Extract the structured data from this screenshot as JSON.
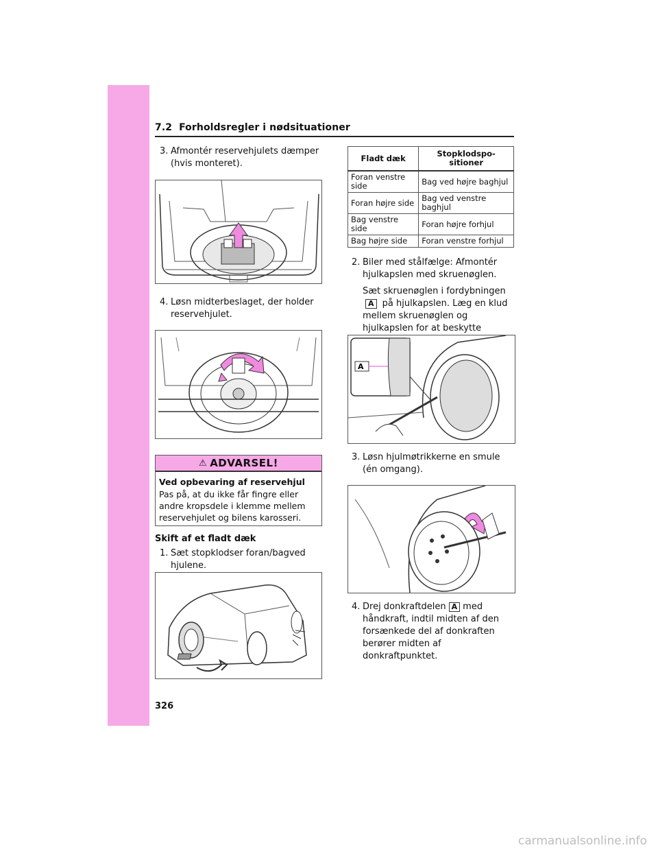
{
  "section": {
    "number": "7.2",
    "title": "Forholdsregler i nødsituationer"
  },
  "left_steps": [
    {
      "num": "3.",
      "text": "Afmontér reservehjulets dæmper (hvis monteret)."
    },
    {
      "num": "4.",
      "text": "Løsn midterbeslaget, der holder reservehjulet."
    }
  ],
  "warning": {
    "header": "ADVARSEL!",
    "title": "Ved opbevaring af reservehjul",
    "body": "Pas på, at du ikke får fingre eller andre kropsdele i klemme mellem reservehjulet og bilens karosseri."
  },
  "subhead": "Skift af et fladt dæk",
  "step1": {
    "num": "1.",
    "text": "Sæt stopklodser foran/bagved hjulene."
  },
  "table": {
    "headers": [
      "Fladt dæk",
      "Stopklodspo-sitioner"
    ],
    "rows": [
      [
        "Foran venstre side",
        "Bag ved højre baghjul"
      ],
      [
        "Foran højre side",
        "Bag ved venstre baghjul"
      ],
      [
        "Bag venstre side",
        "Foran højre forhjul"
      ],
      [
        "Bag højre side",
        "Foran venstre forhjul"
      ]
    ]
  },
  "right_steps": {
    "s2": {
      "num": "2.",
      "text": "Biler med stålfælge: Afmontér hjulkapslen med skruenøglen."
    },
    "s2b_pre": "Sæt skruenøglen i fordybningen",
    "s2b_tag": "A",
    "s2b_post": "på hjulkapslen. Læg en klud mellem skruenøglen og hjulkapslen for at beskytte hjulkapslen.",
    "s3": {
      "num": "3.",
      "text": "Løsn hjulmøtrikkerne en smule (én omgang)."
    },
    "s4_num": "4.",
    "s4_pre": "Drej donkraftdelen",
    "s4_tag": "A",
    "s4_post": "med håndkraft, indtil midten af den forsænkede del af donkraften berører midten af donkraftpunktet."
  },
  "figure_label": "A",
  "page_number": "326",
  "watermark": "carmanualsonline.info",
  "colors": {
    "accent": "#f6a9e6",
    "arrow": "#f08ae0"
  }
}
